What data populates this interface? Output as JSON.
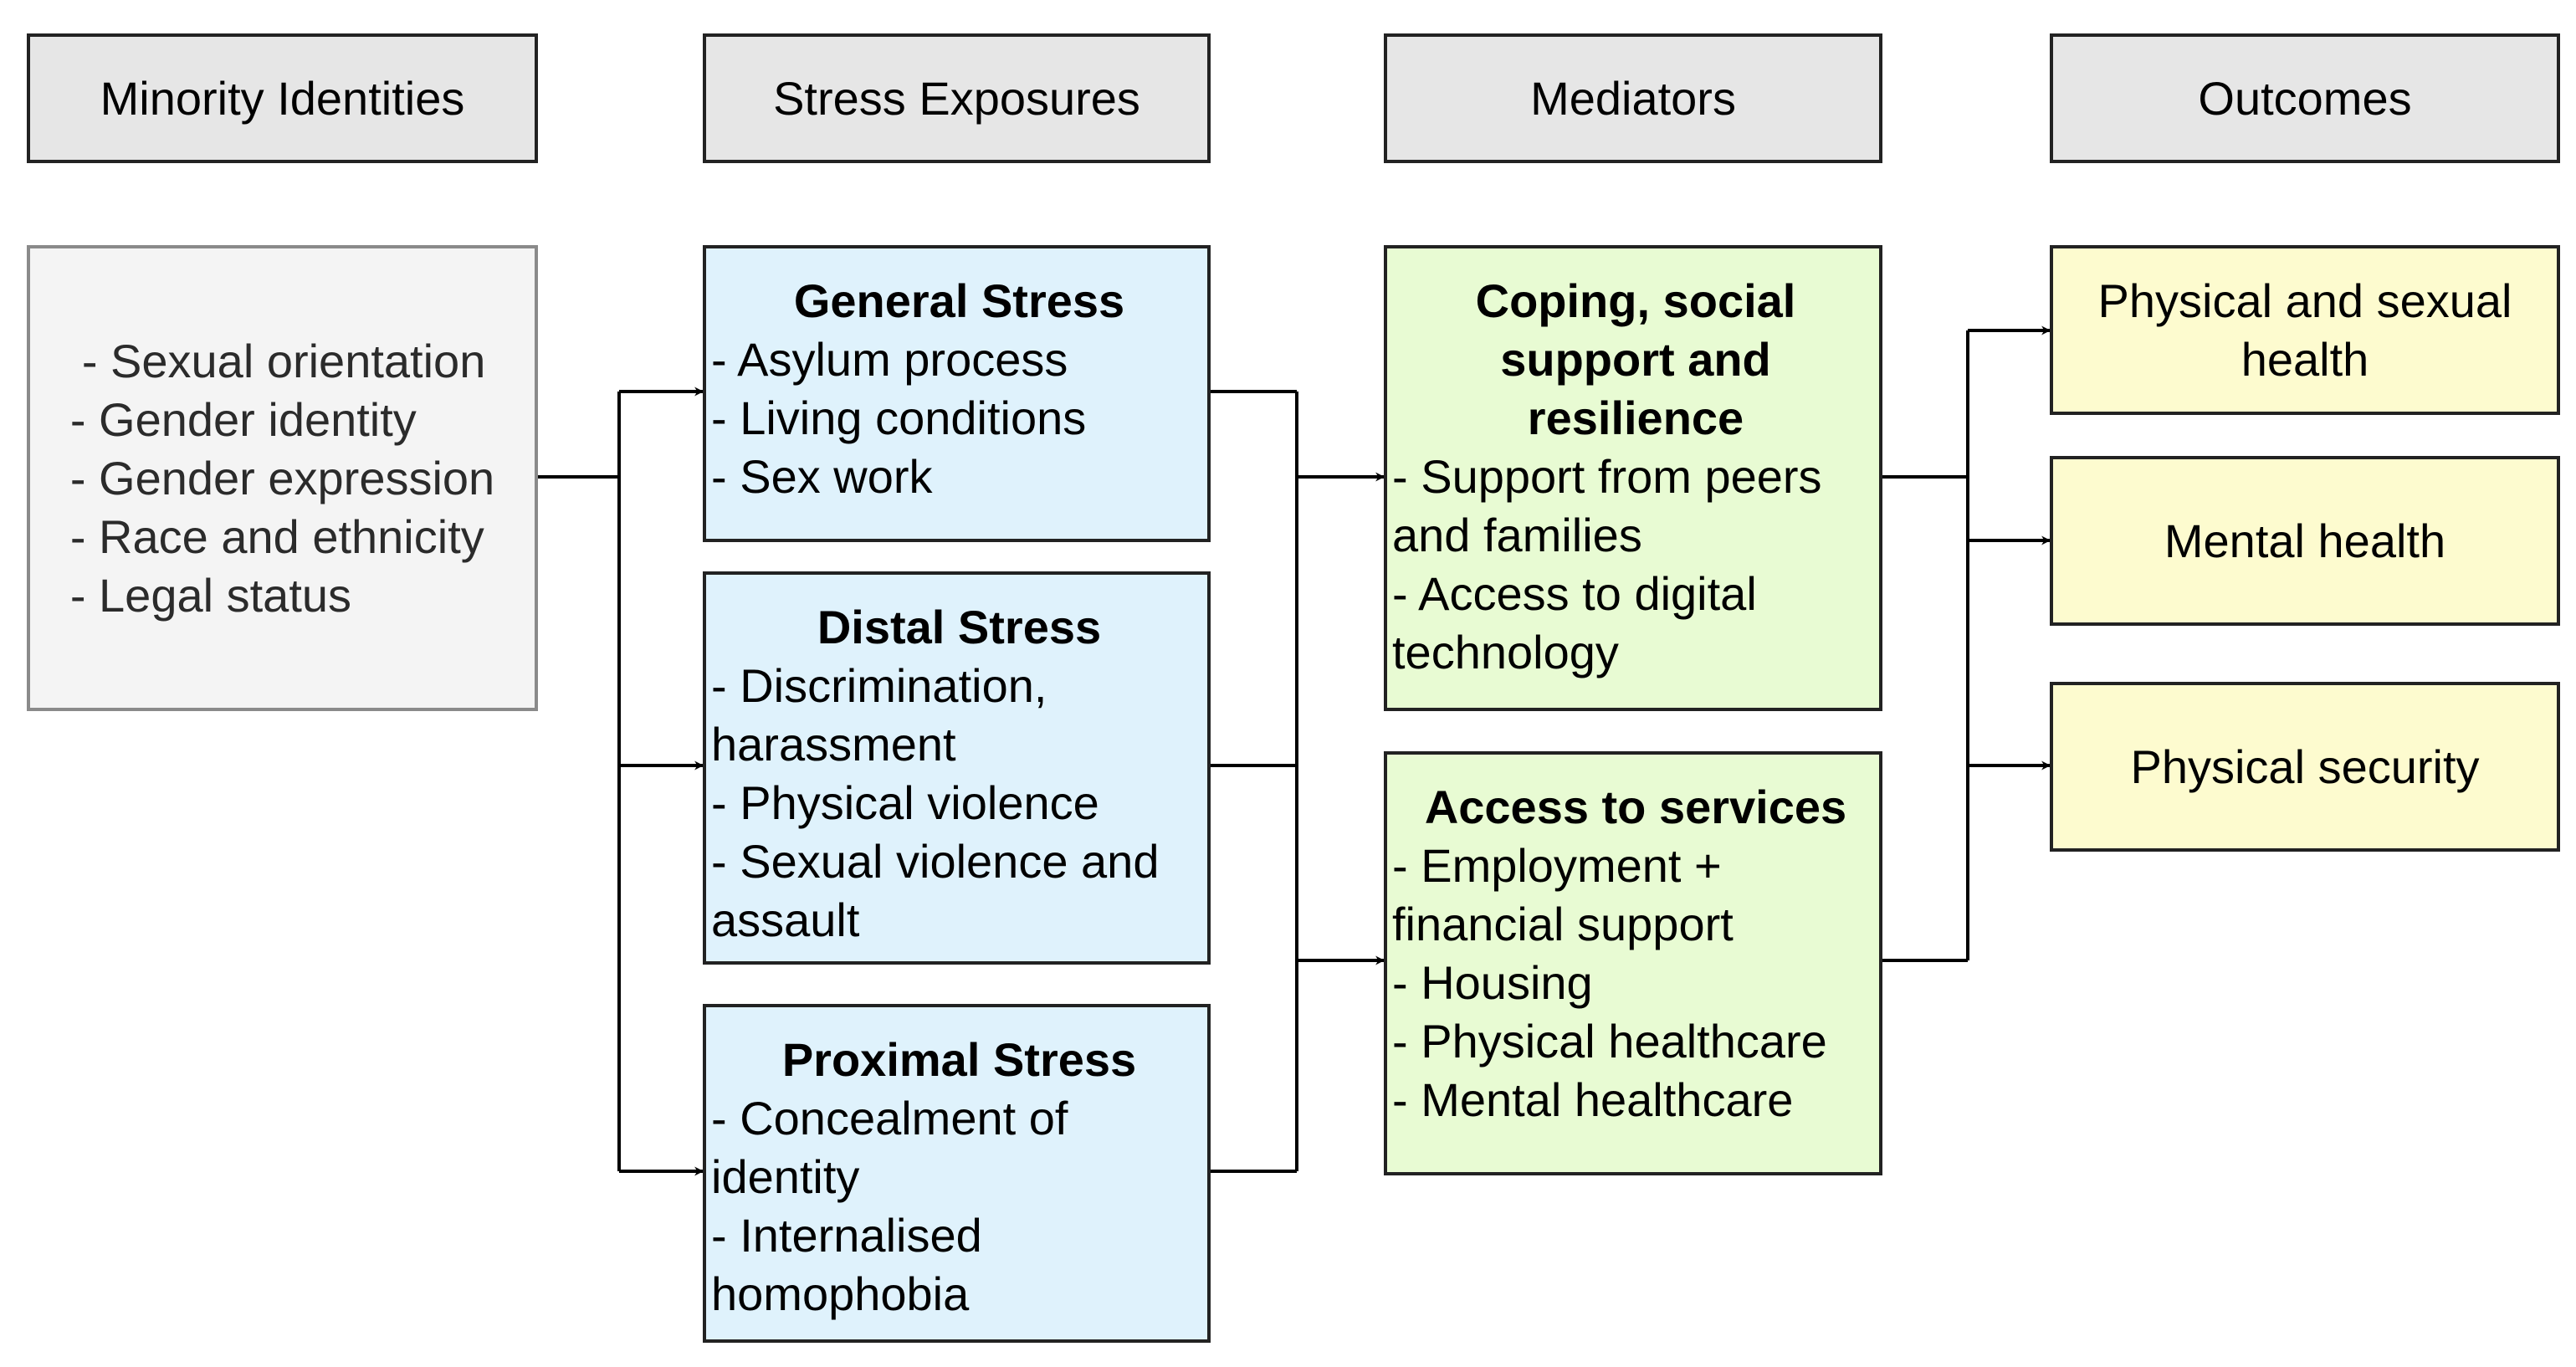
{
  "headers": {
    "identities": "Minority Identities",
    "stress": "Stress Exposures",
    "mediators": "Mediators",
    "outcomes": "Outcomes"
  },
  "identities": {
    "items": [
      "Sexual orientation",
      "Gender identity",
      "Gender expression",
      "Race and ethnicity",
      "Legal status"
    ]
  },
  "stress": {
    "general": {
      "title": "General Stress",
      "items": [
        "Asylum process",
        "Living conditions",
        "Sex work"
      ]
    },
    "distal": {
      "title": "Distal Stress",
      "items": [
        "Discrimination, harassment",
        "Physical violence",
        "Sexual violence and assault"
      ]
    },
    "proximal": {
      "title": "Proximal Stress",
      "items": [
        "Concealment of identity",
        "Internalised homophobia"
      ]
    }
  },
  "mediators": {
    "coping": {
      "title": "Coping, social support and resilience",
      "items": [
        "Support from peers and families",
        "Access to digital technology"
      ]
    },
    "services": {
      "title": "Access to services",
      "items": [
        "Employment + financial support",
        "Housing",
        "Physical healthcare",
        "Mental healthcare"
      ]
    }
  },
  "outcomes": {
    "physical_sexual": "Physical and sexual health",
    "mental": "Mental health",
    "security": "Physical security"
  },
  "colors": {
    "header_fill": "#e6e6e6",
    "identities_fill": "#f4f4f4",
    "stress_fill": "#dff2fc",
    "mediator_fill": "#e8fbd3",
    "outcome_fill": "#fdfbcf",
    "line": "#000000"
  }
}
